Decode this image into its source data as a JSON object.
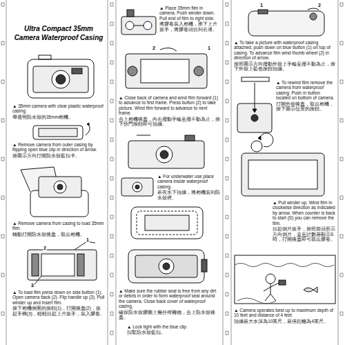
{
  "diagram": {
    "title": "Ultra Compact 35mm Camera Waterproof Casing",
    "labels": [
      "▲ 35mm camera with clear plastic waterproof casing.",
      "帶透明防水殼的35mm相機。",
      "▲ Remove camera from outer casing by flipping open blue clip in direction of arrow.",
      "按圖示方向打開防水殼藍扣卡。",
      "▲ Remove camera from casing to load 35mm film.",
      "轉動打開防水殼後蓋，取出相機。",
      "▲ To load film press down on side button (1). Open camera back (2). Flip handle up (3). Pull winder up and insert film.",
      "按下相機側面的按鈕(1)，打開後蓋(2)，扳起手柄(3)，輕輕拉起上片扳手，裝入膠卷。",
      "1",
      "2",
      "3",
      "▲ Place 35mm film in camera. Push winder down. Pull end of film to right side.",
      "將膠卷裝入相機，推下上片扳手，將膠卷頭拉到右邊。",
      "▲ Close back of camera and wind film forward (1) to advance to first frame. Press button (2) to take picture. Wind film forward to advance to next frame.",
      "合上相機後蓋，向右撥動手輪至撥不動為止，按下快門按鈕即可拍攝。",
      "1",
      "2",
      "▲ For underwater use place camera inside waterproof casing.",
      "若在水下拍攝，將相機裝到防水殼裡。",
      "▲ Make sure the rubber seal is free from any dirt or debris in order to form waterproof seal around the camera. Close back cover of waterproof casing.",
      "確保防水殼膠圈上無任何雜物，合上防水殼後蓋。",
      "▲ Lock tight with the blue clip.",
      "扣緊防水殼藍扣。",
      "▲ To take a picture with waterproof casing attached, push down on blue button (1) on top of casing. To advance film wind thumb wheel (2) in direction of arrow.",
      "按照圖示方向撥動外殼上手輪至撥不動為止，按下外殼上藍色按鈕拍攝。",
      "1",
      "2",
      "▲ To rewind film remove the camera from waterproof casing. Push in button located on bottom of camera.",
      "打開外殼後蓋，取出相機，按下圖示位置的按鈕。",
      "▲ Pull winder up. Wind film in clockwise direction as indicated by arrow. When counter is back to start (S) you can remove the film.",
      "拉起倒片扳手，按照箭頭所示方向倒片，直至計數器顯示S時，打開後蓋即可取出膠卷。",
      "▲ Camera operates best up to maximum depth of 10 feet and distance of 4 feet.",
      "拍攝最大水深為10英尺，最佳距離為4英尺。"
    ]
  }
}
